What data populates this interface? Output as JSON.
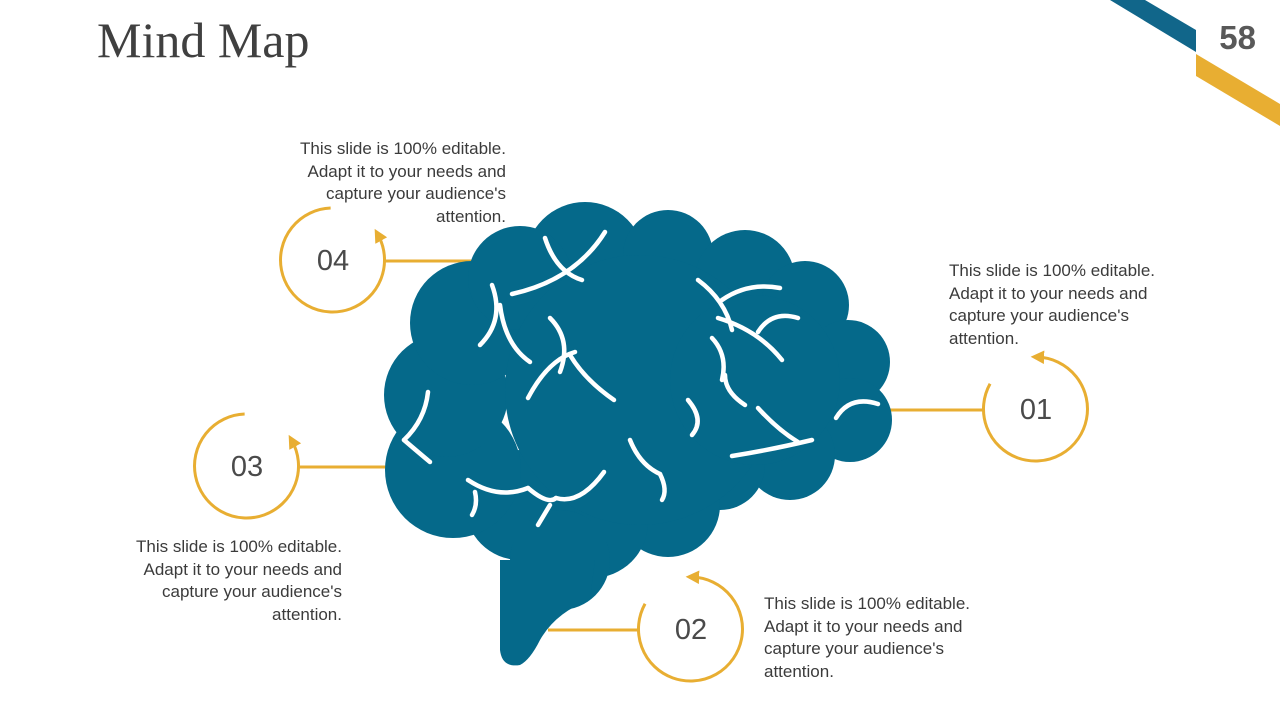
{
  "slide": {
    "title": "Mind Map",
    "page_number": "58"
  },
  "colors": {
    "brain": "#05698a",
    "accent": "#e8ae32",
    "teal_stripe": "#11668a",
    "text": "#3b3b3b"
  },
  "icons": {
    "brain": "brain-icon",
    "arrow": "curved-arrow-icon"
  },
  "nodes": [
    {
      "number": "01",
      "text": "This slide is 100% editable. Adapt it to your needs and capture your audience's attention."
    },
    {
      "number": "02",
      "text": "This slide is 100% editable. Adapt it to your needs and capture your audience's attention."
    },
    {
      "number": "03",
      "text": "This slide is 100% editable. Adapt it to your needs and capture your audience's attention."
    },
    {
      "number": "04",
      "text": "This slide is 100% editable. Adapt it to your needs and capture your audience's attention."
    }
  ]
}
